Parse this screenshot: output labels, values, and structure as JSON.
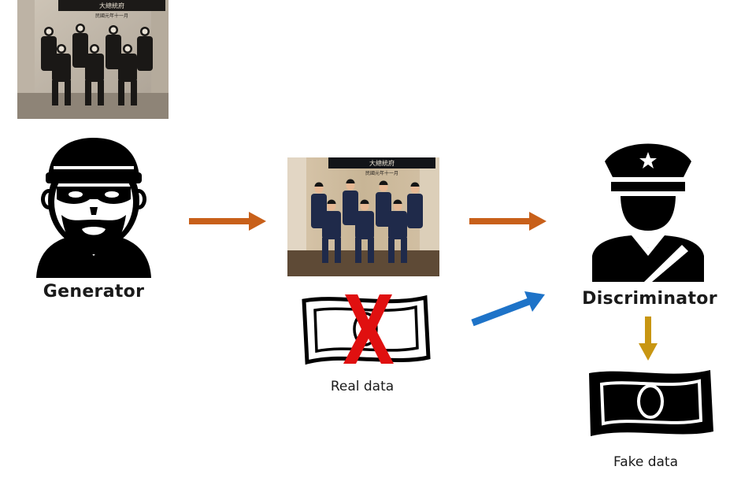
{
  "labels": {
    "generator": "Generator",
    "discriminator": "Discriminator",
    "real_data": "Real data",
    "fake_data": "Fake data"
  },
  "photos": {
    "banner_top": "大總統府",
    "banner_sub": "民國元年十一月"
  },
  "icons": {
    "generator": "thief-icon",
    "discriminator": "police-officer-icon",
    "real_money": "banknote-icon",
    "fake_money": "banknote-icon",
    "reject_mark": "red-x-icon"
  },
  "colors": {
    "arrow_orange": "#C8601A",
    "arrow_blue": "#1E73C8",
    "arrow_gold": "#C89612",
    "reject_red": "#E01010",
    "icon_black": "#000000"
  }
}
